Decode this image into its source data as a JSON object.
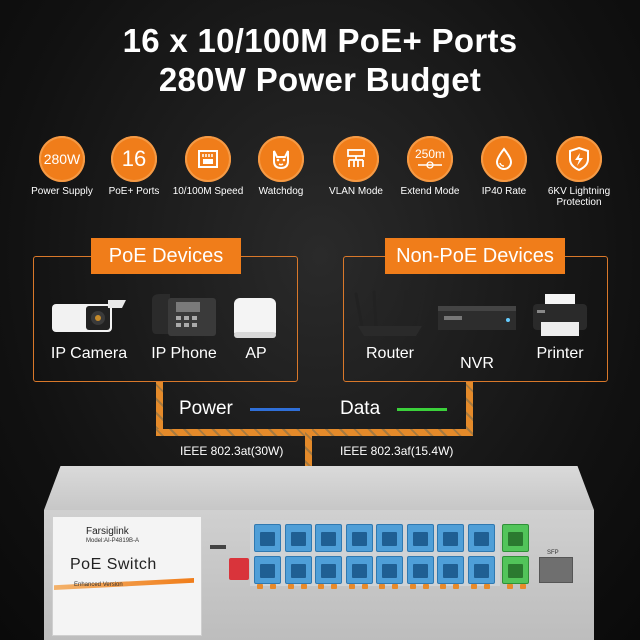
{
  "headline": {
    "line1": "16 x 10/100M PoE+ Ports",
    "line2": "280W Power Budget"
  },
  "features": [
    {
      "icon": "280W",
      "label": "Power Supply"
    },
    {
      "icon": "16",
      "label": "PoE+ Ports"
    },
    {
      "icon": "network-port-icon",
      "label": "10/100M Speed"
    },
    {
      "icon": "watchdog-icon",
      "label": "Watchdog"
    },
    {
      "icon": "vlan-icon",
      "label": "VLAN Mode"
    },
    {
      "icon": "250m",
      "label": "Extend Mode"
    },
    {
      "icon": "water-drop-icon",
      "label": "IP40 Rate"
    },
    {
      "icon": "lightning-shield-icon",
      "label": "6KV Lightning Protection"
    }
  ],
  "poe_devices": {
    "title": "PoE Devices",
    "items": [
      "IP Camera",
      "IP Phone",
      "AP"
    ]
  },
  "non_poe_devices": {
    "title": "Non-PoE Devices",
    "items": [
      "Router",
      "NVR",
      "Printer"
    ]
  },
  "legend": {
    "power": "Power",
    "data": "Data",
    "power_color": "#2f6fd8",
    "data_color": "#3bd13b"
  },
  "standards": {
    "left": "IEEE 802.3at(30W)",
    "right": "IEEE 802.3af(15.4W)"
  },
  "switch": {
    "brand": "Farsiglink",
    "model": "Model:AI-P4819B-A",
    "product": "PoE Switch",
    "edition": "Enhanced Version",
    "sfp_label": "SFP",
    "accent_color": "#f07d1a",
    "poe_port_color": "#4f9fd8",
    "uplink_port_color": "#52c45a"
  }
}
